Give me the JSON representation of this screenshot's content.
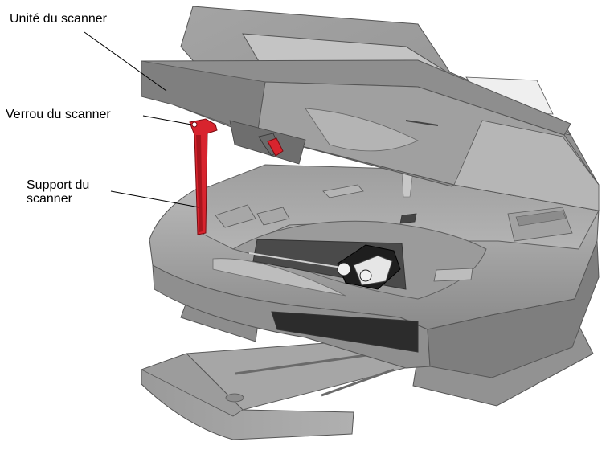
{
  "callouts": {
    "scanner_unit": "Unité du scanner",
    "scanner_latch": "Verrou du scanner",
    "scanner_support_line1": "Support du",
    "scanner_support_line2": "scanner"
  },
  "colors": {
    "body_gray": "#8f8f8f",
    "body_mid": "#a9a9a9",
    "body_light": "#c2c2c2",
    "body_dark": "#6e6e6e",
    "support_red": "#d8242e",
    "cartridge_black": "#1e1e1e",
    "cartridge_white": "#e6e6e6"
  },
  "icons": [
    "scanner-support-strut",
    "scanner-latch",
    "print-cartridge",
    "paper-tray"
  ]
}
